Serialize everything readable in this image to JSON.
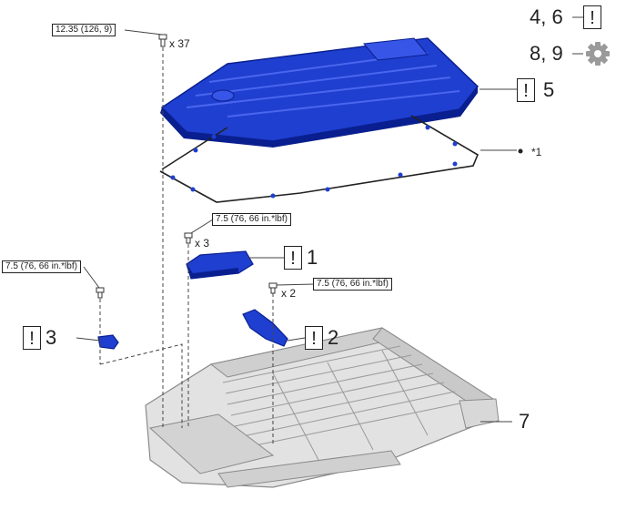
{
  "torque_specs": {
    "cover_bolts": "12.35 (126, 9)",
    "part1_bolts": "7.5 (76, 66 in.*lbf)",
    "part3_bolt": "7.5 (76, 66 in.*lbf)",
    "part2_bolts": "7.5 (76, 66 in.*lbf)"
  },
  "quantities": {
    "cover_bolts": "x 37",
    "part1_bolts": "x 3",
    "part2_bolts": "x 2"
  },
  "callouts": {
    "step_4_6": "4, 6",
    "step_8_9": "8, 9",
    "part_5": "5",
    "part_1": "1",
    "part_2": "2",
    "part_3": "3",
    "part_7": "7"
  },
  "warning_symbol": "!",
  "gasket_note": "*1",
  "colors": {
    "highlight_part": "#1f3fd0",
    "highlight_dark": "#0a1f8f",
    "base_part": "#d9d9d9",
    "base_edge": "#8a8a8a",
    "gear_icon": "#9a9a9a"
  }
}
